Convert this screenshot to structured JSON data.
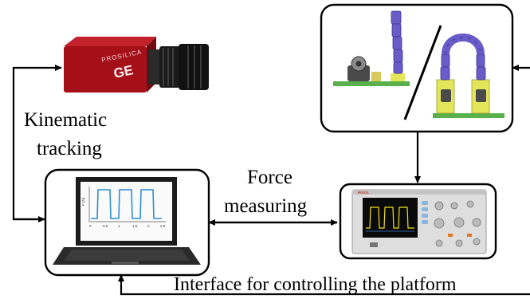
{
  "labels": {
    "kinematic": "Kinematic",
    "tracking": "tracking",
    "force": "Force",
    "measuring": "measuring",
    "interface": "Interface for controlling the platform"
  },
  "camera": {
    "brand": "PROSILICA",
    "model": "GE"
  },
  "oscilloscope": {
    "brand": "RIGOL"
  },
  "colors": {
    "camera_body": "#b3121c",
    "trace_laptop": "#2e8fd1",
    "trace_scope": "#f0e020",
    "robot_purple": "#6a5cc8",
    "robot_yellow": "#e4e65a",
    "robot_green": "#5ab04a"
  },
  "plot": {
    "x_ticks": [
      "0",
      "0.5",
      "1",
      "1.5",
      "2",
      "2.5"
    ],
    "y_label": "F (N)"
  }
}
